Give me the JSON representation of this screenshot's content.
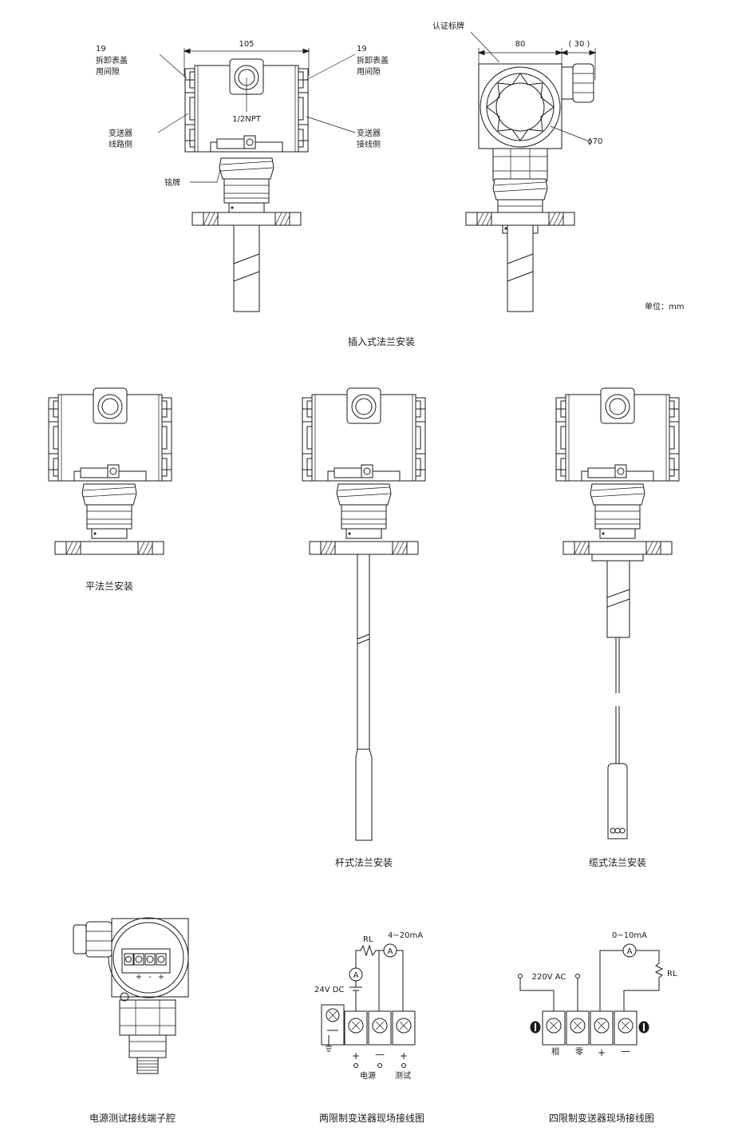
{
  "top": {
    "dim_width": "105",
    "dim_19_left": "19",
    "remove_cover_left": [
      "拆卸表盖",
      "用间隙"
    ],
    "dim_19_right": "19",
    "remove_cover_right": [
      "拆卸表盖",
      "用间隙"
    ],
    "circuit_side": [
      "变送器",
      "线路侧"
    ],
    "wiring_side": [
      "变送器",
      "接线侧"
    ],
    "conduit": "1/2NPT",
    "nameplate": "铭牌",
    "cert_plate": "认证标牌",
    "dim_80": "80",
    "dim_30": "( 30 )",
    "dim_phi70": "ϕ70",
    "unit": "单位：mm",
    "caption": "插入式法兰安装"
  },
  "middle": {
    "caption_flat": "平法兰安装",
    "caption_rod": "杆式法兰安装",
    "caption_cable": "缆式法兰安装"
  },
  "bottom": {
    "terminal_caption": "电源测试接线端子腔",
    "terminal_signs": [
      "+",
      "-",
      "+"
    ],
    "two_wire": {
      "rl": "RL",
      "current": "4~20mA",
      "supply": "24V DC",
      "ammeter": "A",
      "plus": "+",
      "minus": "—",
      "plus2": "+",
      "power": "电源",
      "test": "测试",
      "caption": "两限制变送器现场接线图"
    },
    "four_wire": {
      "current": "0~10mA",
      "rl": "RL",
      "supply": "220V AC",
      "ammeter": "A",
      "phase": "相",
      "zero": "零",
      "plus": "+",
      "minus": "—",
      "caption": "四限制变送器现场接线图"
    }
  }
}
